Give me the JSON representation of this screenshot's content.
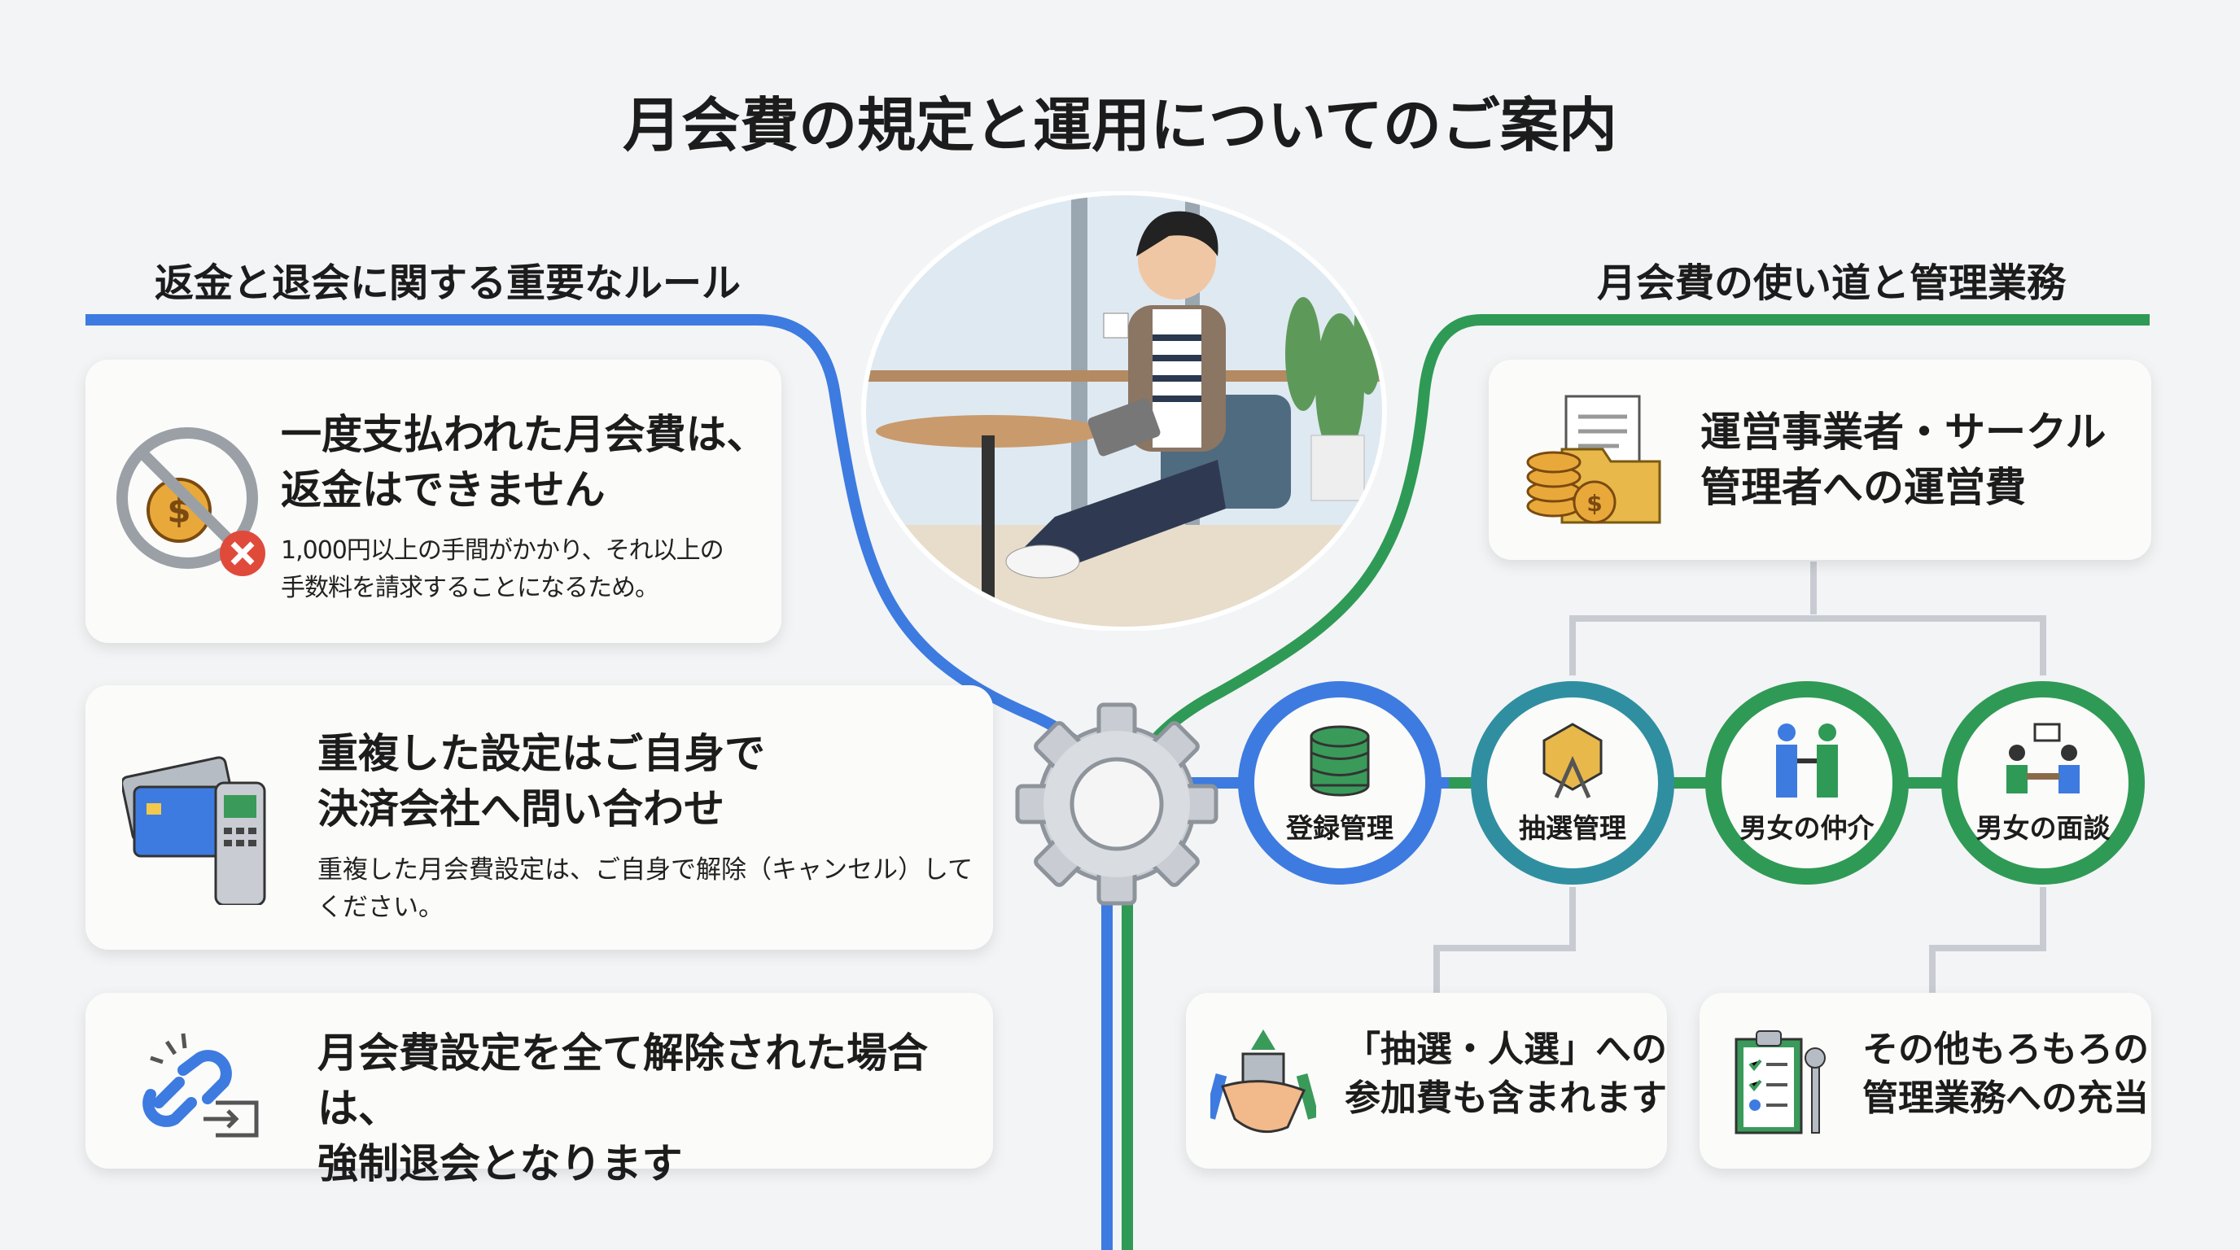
{
  "title": "月会費の規定と運用についてのご案内",
  "left": {
    "heading": "返金と退会に関する重要なルール",
    "cards": [
      {
        "title": "一度支払われた月会費は、\n返金はできません",
        "desc": "1,000円以上の手間がかかり、それ以上の\n手数料を請求することになるため。"
      },
      {
        "title": "重複した設定はご自身で\n決済会社へ問い合わせ",
        "desc": "重複した月会費設定は、ご自身で解除（キャンセル）して\nください。"
      },
      {
        "title": "月会費設定を全て解除された場合は、\n強制退会となります"
      }
    ]
  },
  "right": {
    "heading": "月会費の使い道と管理業務",
    "top_card": "運営事業者・サークル\n管理者への運営費",
    "circles": [
      "登録管理",
      "抽選管理",
      "男女の仲介",
      "男女の面談"
    ],
    "bottom_cards": [
      "「抽選・人選」への\n参加費も含まれます",
      "その他もろもろの\n管理業務への充当"
    ]
  },
  "colors": {
    "blue": "#3d7be0",
    "green": "#2f9a55",
    "gray": "#c8ccd2"
  }
}
